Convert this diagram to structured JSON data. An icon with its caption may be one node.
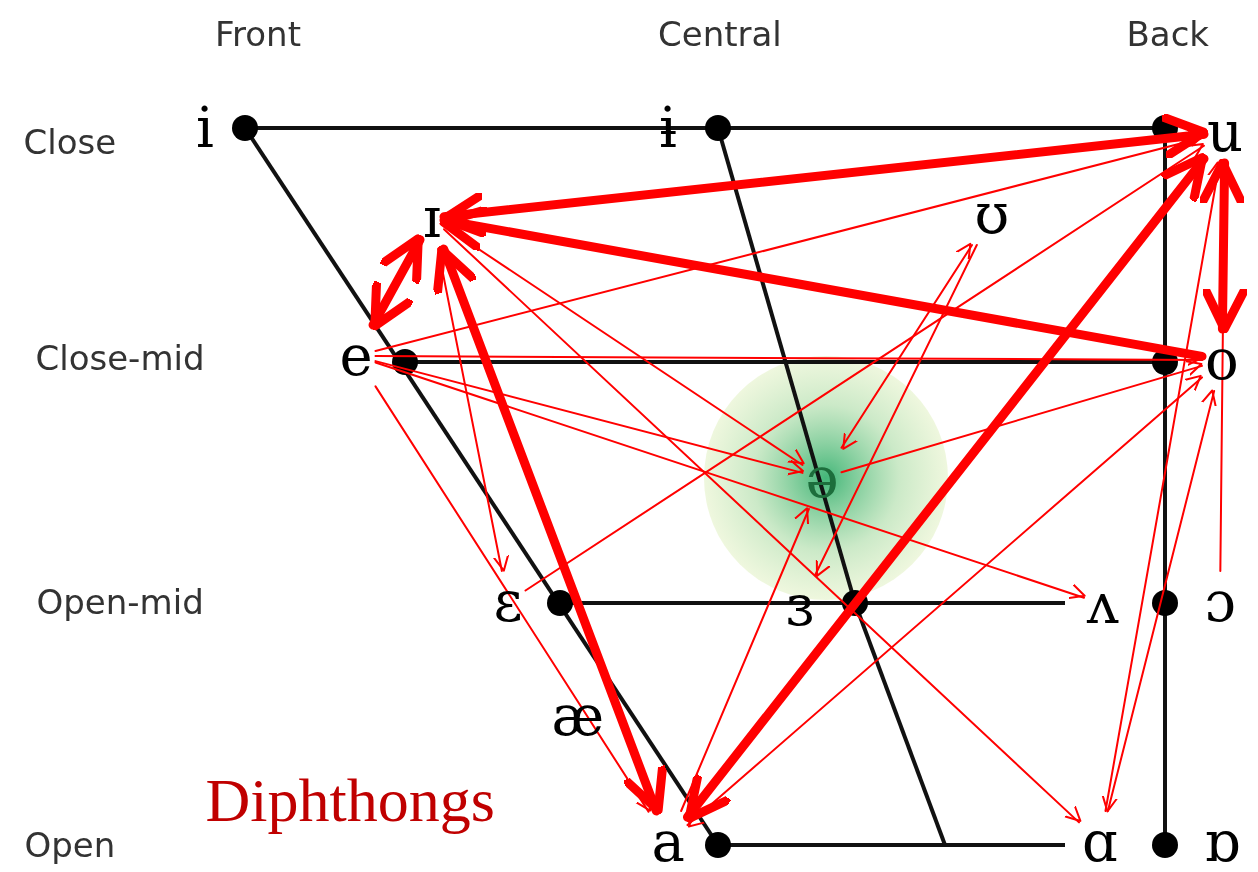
{
  "diagram": {
    "nodes": [
      {
        "text": [
          "i"
        ]
      },
      {
        "text": [
          "ɨ"
        ]
      },
      {
        "text": [
          "u"
        ]
      },
      {
        "text": [
          "ɪ"
        ]
      },
      {
        "text": [
          "ʊ"
        ]
      },
      {
        "text": [
          "e"
        ]
      },
      {
        "text": [
          "o"
        ]
      },
      {
        "text": [
          "ə"
        ]
      },
      {
        "text": [
          "ɛ"
        ]
      },
      {
        "text": [
          "ɜ"
        ]
      },
      {
        "text": [
          "ʌ"
        ]
      },
      {
        "text": [
          "ɔ"
        ]
      },
      {
        "text": [
          "æ"
        ]
      },
      {
        "text": [
          "a"
        ]
      },
      {
        "text": [
          "ɑ"
        ]
      },
      {
        "text": [
          "ɒ"
        ]
      }
    ],
    "edges": [
      {
        "from": 3,
        "to": 2,
        "arrow": "both",
        "style": "thick"
      },
      {
        "from": 6,
        "to": 3,
        "arrow": "to",
        "style": "thick"
      },
      {
        "from": 3,
        "to": 13,
        "arrow": "both",
        "style": "thick"
      },
      {
        "from": 3,
        "to": 5,
        "arrow": "both",
        "style": "thick"
      },
      {
        "from": 13,
        "to": 2,
        "arrow": "both",
        "style": "thick"
      },
      {
        "from": 2,
        "to": 6,
        "arrow": "both",
        "style": "thick"
      },
      {
        "from": 5,
        "to": 2,
        "arrow": "to"
      },
      {
        "from": 3,
        "to": 7,
        "arrow": "to"
      },
      {
        "from": 7,
        "to": 4,
        "arrow": "both"
      },
      {
        "from": 5,
        "to": 7,
        "arrow": "to"
      },
      {
        "from": 8,
        "to": 2,
        "arrow": "to"
      },
      {
        "from": 5,
        "to": 6,
        "arrow": "to"
      },
      {
        "from": 7,
        "to": 6,
        "arrow": "to"
      },
      {
        "from": 13,
        "to": 6,
        "arrow": "both"
      },
      {
        "from": 3,
        "to": 8,
        "arrow": "to"
      },
      {
        "from": 4,
        "to": 9,
        "arrow": "to"
      },
      {
        "from": 5,
        "to": 10,
        "arrow": "to"
      },
      {
        "from": 13,
        "to": 7,
        "arrow": "to"
      },
      {
        "from": 3,
        "to": 14,
        "arrow": "to"
      },
      {
        "from": 14,
        "to": 6,
        "arrow": "to"
      },
      {
        "from": 2,
        "to": 14,
        "arrow": "both"
      },
      {
        "from": 5,
        "to": 13,
        "arrow": "to"
      },
      {
        "from": 11,
        "to": 2,
        "arrow": "to"
      }
    ],
    "labels": [
      "Front",
      "Central",
      "Back",
      "Close",
      "Close-mid",
      "Open-mid",
      "Open",
      "Diphthongs"
    ]
  }
}
